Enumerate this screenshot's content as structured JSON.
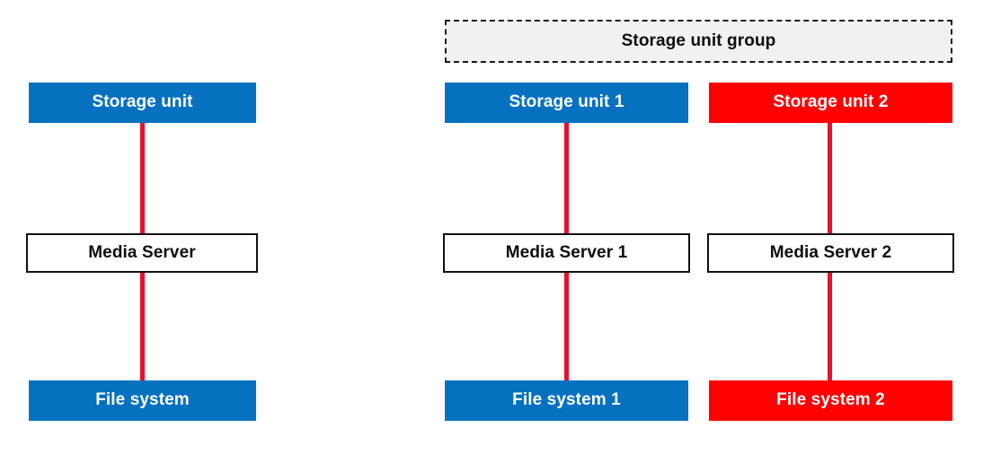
{
  "diagram": {
    "type": "block-diagram",
    "background_color": "#ffffff",
    "palette": {
      "blue": "#0571bf",
      "red": "#ff0000",
      "connector_red": "#e8102a",
      "white": "#ffffff",
      "border_black": "#111111",
      "group_fill": "#f1f1f1",
      "group_border": "#1a1a1a"
    },
    "left_panel": {
      "name": "single-storage-unit-stack",
      "nodes": [
        {
          "id": "storage-unit",
          "label": "Storage unit",
          "style": "blue"
        },
        {
          "id": "media-server",
          "label": "Media Server",
          "style": "white"
        },
        {
          "id": "file-system",
          "label": "File system",
          "style": "blue"
        }
      ],
      "connectors": [
        {
          "from": "storage-unit",
          "to": "media-server",
          "color": "#e8102a"
        },
        {
          "from": "media-server",
          "to": "file-system",
          "color": "#e8102a"
        }
      ]
    },
    "right_panel": {
      "name": "storage-unit-group-stack",
      "group": {
        "id": "storage-unit-group",
        "label": "Storage unit group",
        "border_style": "dash-dot"
      },
      "columns": [
        {
          "id": "column-1",
          "nodes": [
            {
              "id": "storage-unit-1",
              "label": "Storage unit 1",
              "style": "blue"
            },
            {
              "id": "media-server-1",
              "label": "Media Server 1",
              "style": "white"
            },
            {
              "id": "file-system-1",
              "label": "File system 1",
              "style": "blue"
            }
          ]
        },
        {
          "id": "column-2",
          "nodes": [
            {
              "id": "storage-unit-2",
              "label": "Storage unit 2",
              "style": "red"
            },
            {
              "id": "media-server-2",
              "label": "Media Server 2",
              "style": "white"
            },
            {
              "id": "file-system-2",
              "label": "File system 2",
              "style": "red"
            }
          ]
        }
      ],
      "connectors": [
        {
          "from": "storage-unit-1",
          "to": "media-server-1",
          "color": "#e8102a"
        },
        {
          "from": "media-server-1",
          "to": "file-system-1",
          "color": "#e8102a"
        },
        {
          "from": "storage-unit-2",
          "to": "media-server-2",
          "color": "#e8102a"
        },
        {
          "from": "media-server-2",
          "to": "file-system-2",
          "color": "#e8102a"
        }
      ]
    }
  }
}
